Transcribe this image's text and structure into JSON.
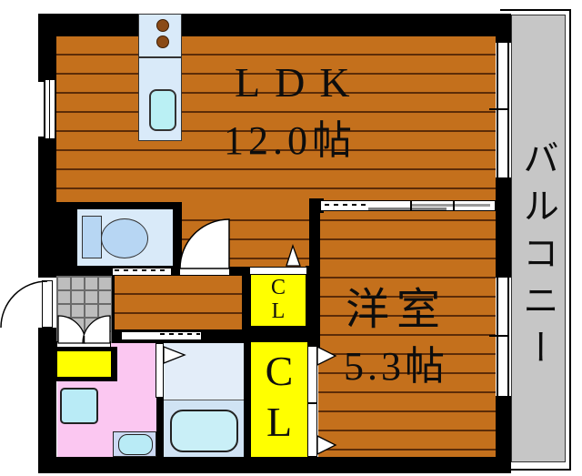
{
  "plan": {
    "ldk": {
      "label": "LDK",
      "area": "12.0帖"
    },
    "western_room": {
      "label": "洋室",
      "area": "5.3帖"
    },
    "balcony": {
      "label": "バルコニー"
    },
    "closet_small": {
      "top": "C",
      "bottom": "L"
    },
    "closet_large": {
      "top": "C",
      "bottom": "L"
    },
    "colors": {
      "floor_wood": "#c4701c",
      "plank_line": "#5c2c08",
      "wall": "#000000",
      "balcony_floor": "#c6c6c6",
      "closet_yellow": "#ffff00",
      "washroom_pink": "#fbc7f1",
      "bathroom_blue": "#d0e3f4",
      "toilet_room_blue": "#d9eaf9",
      "fixture_blue": "#b7d6f3",
      "entry_tile_gray": "#bdbdbd",
      "sink_cyan": "#baf0f4"
    }
  }
}
